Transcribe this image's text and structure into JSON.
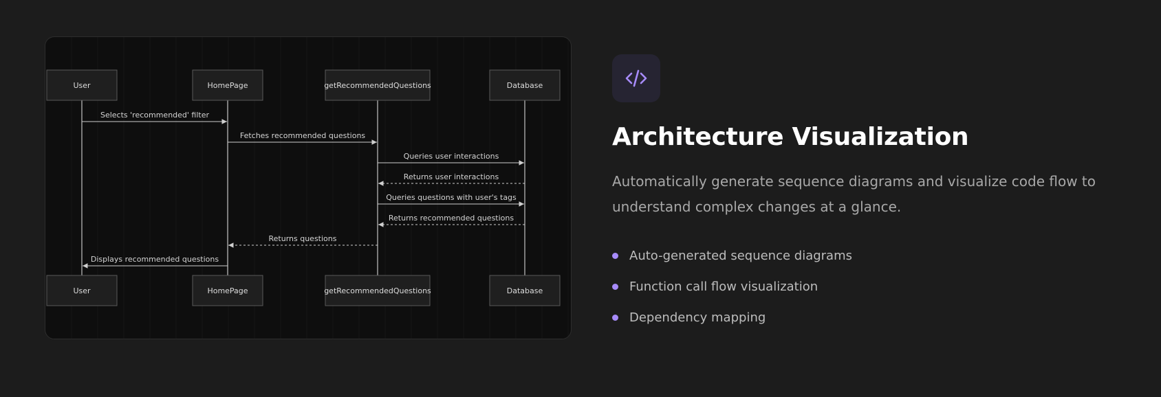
{
  "diagram": {
    "participants": [
      "User",
      "HomePage",
      "getRecommendedQuestions",
      "Database"
    ],
    "messages": [
      {
        "from": 0,
        "to": 1,
        "label": "Selects 'recommended' filter",
        "style": "solid"
      },
      {
        "from": 1,
        "to": 2,
        "label": "Fetches recommended questions",
        "style": "solid"
      },
      {
        "from": 2,
        "to": 3,
        "label": "Queries user interactions",
        "style": "solid"
      },
      {
        "from": 3,
        "to": 2,
        "label": "Returns user interactions",
        "style": "dashed"
      },
      {
        "from": 2,
        "to": 3,
        "label": "Queries questions with user's tags",
        "style": "solid"
      },
      {
        "from": 3,
        "to": 2,
        "label": "Returns recommended questions",
        "style": "dashed"
      },
      {
        "from": 2,
        "to": 1,
        "label": "Returns questions",
        "style": "dashed"
      },
      {
        "from": 1,
        "to": 0,
        "label": "Displays recommended questions",
        "style": "solid"
      }
    ]
  },
  "feature": {
    "icon": "code-icon",
    "title": "Architecture Visualization",
    "description": "Automatically generate sequence diagrams and visualize code flow to understand complex changes at a glance.",
    "bullets": [
      "Auto-generated sequence diagrams",
      "Function call flow visualization",
      "Dependency mapping"
    ]
  },
  "colors": {
    "accent": "#a78bfa",
    "background": "#1c1c1c",
    "panel": "#0e0e0e"
  }
}
